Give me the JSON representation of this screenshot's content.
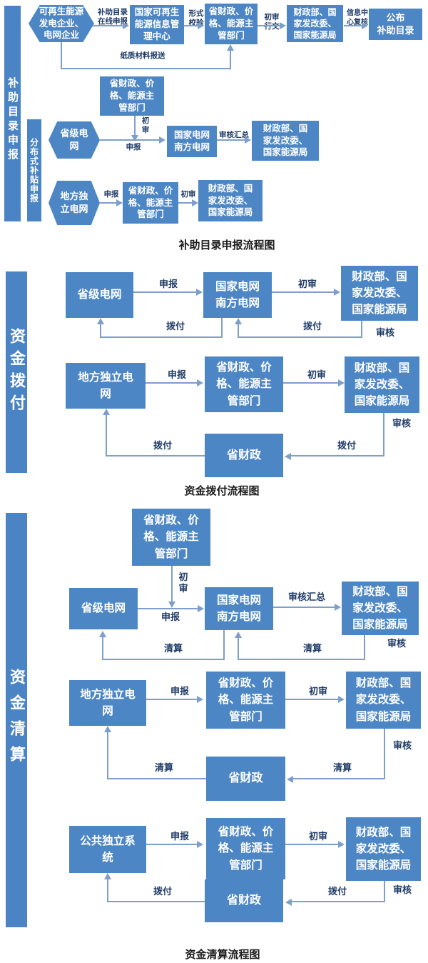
{
  "colors": {
    "node_blue": "#4d86c4",
    "bar_blue": "#4a84c4",
    "connector": "#7e9ecb",
    "edge_label": "#1f3a66"
  },
  "common": {
    "shenbao": "申报",
    "chushen": "初审",
    "chushen_v": "初\n审",
    "bofu": "拨付",
    "qingsuan": "清算",
    "shenhe": "审核",
    "shenhe_huizong": "审核汇总",
    "mof_ndrc_nea": "财政部、国\n家发改委、\n国家能源局",
    "prov_dept": "省财政、价\n格、能源主\n管部门",
    "state_grid": "国家电网\n南方电网",
    "prov_grid": "省级电网",
    "prov_grid_2l": "省级电\n网",
    "local_grid": "地方独立电\n网",
    "local_grid_hex": "地方独\n立电网",
    "public_sys": "公共独立系\n统",
    "prov_finance": "省财政"
  },
  "s1": {
    "bar": "补助目录申报",
    "bar2": "分布式补贴申报",
    "hex_renewable": "可再生能源\n发电企业、\n电网企业",
    "info_center": "国家可再生\n能源信息管\n理中心",
    "publish": "公布\n补助目录",
    "lbl_online": "补助目录\n在线申报",
    "lbl_form_check": "形式\n校验",
    "lbl_chushen_xingwen": "初审\n行文",
    "lbl_info_review": "信息中\n心复核",
    "lbl_paper": "纸质材料报送",
    "caption": "补助目录申报流程图"
  },
  "s2": {
    "bar": "资金拨付",
    "caption": "资金拨付流程图"
  },
  "s3": {
    "bar": "资金清算",
    "caption": "资金清算流程图"
  }
}
